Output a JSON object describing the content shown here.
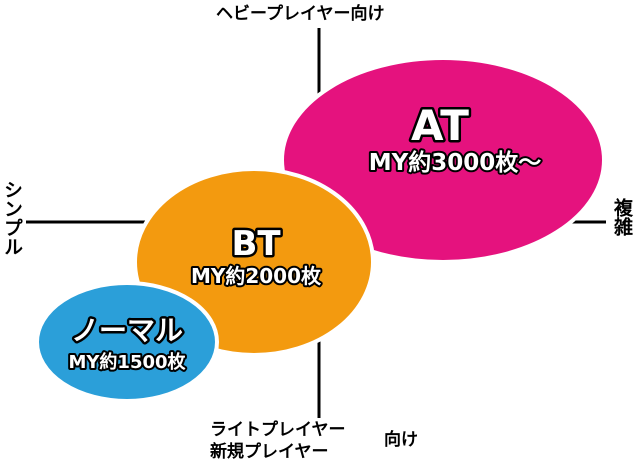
{
  "axes": {
    "top": "ヘビープレイヤー向け",
    "bottom_line1": "ライトプレイヤー",
    "bottom_line2": "新規プレイヤー",
    "bottom_suffix": "向け",
    "left": "シンプル",
    "right": "複雑"
  },
  "bubbles": [
    {
      "id": "at",
      "title": "AT",
      "subtitle": "MY約3000枚〜",
      "color": "#e5127e"
    },
    {
      "id": "bt",
      "title": "BT",
      "subtitle": "MY約2000枚",
      "color": "#f39a0f"
    },
    {
      "id": "normal",
      "title": "ノーマル",
      "subtitle": "MY約1500枚",
      "color": "#2b9fd9"
    }
  ],
  "colors": {
    "axis": "#000000",
    "bubble_outline": "#ffffff",
    "bubble_text": "#ffffff",
    "bubble_text_shadow": "#000000"
  }
}
